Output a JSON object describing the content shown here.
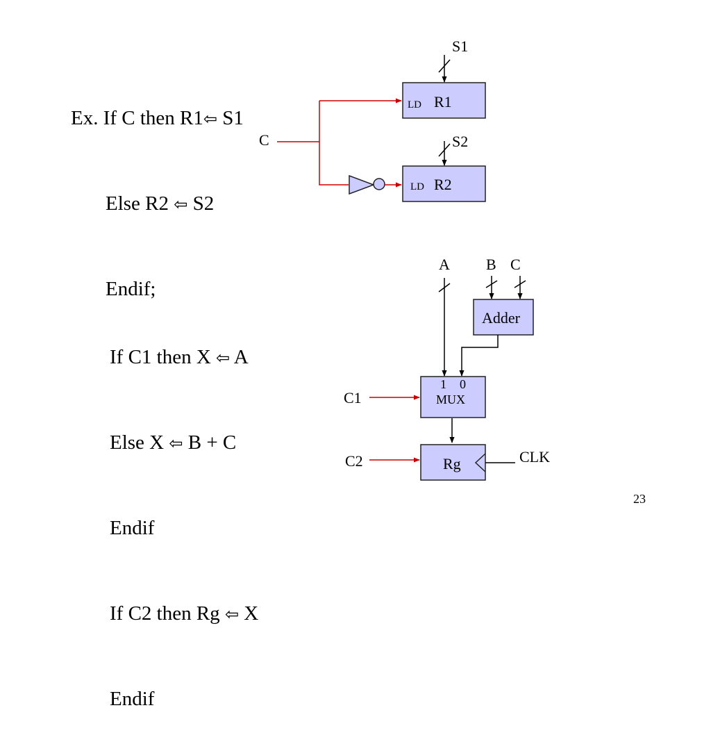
{
  "example1": {
    "lines": [
      {
        "before": "Ex. If C then R1",
        "after": " S1"
      },
      {
        "before": "Else R2 ",
        "after": " S2"
      },
      {
        "before": "Endif;",
        "after": ""
      }
    ]
  },
  "example2": {
    "lines": [
      {
        "before": "If C1 then X ",
        "after": " A"
      },
      {
        "before": "Else X ",
        "after": " B + C"
      },
      {
        "before": "Endif",
        "after": ""
      },
      {
        "before": "If C2 then Rg ",
        "after": " X"
      },
      {
        "before": "Endif",
        "after": ""
      }
    ]
  },
  "assign_arrow": "⇦",
  "diagram1": {
    "s1_label": "S1",
    "s2_label": "S2",
    "c_label": "C",
    "r1": {
      "ld": "LD",
      "name": "R1"
    },
    "r2": {
      "ld": "LD",
      "name": "R2"
    }
  },
  "diagram2": {
    "a_label": "A",
    "b_label": "B",
    "c_label": "C",
    "adder_label": "Adder",
    "mux": {
      "in1": "1",
      "in0": "0",
      "name": "MUX"
    },
    "c1_label": "C1",
    "c2_label": "C2",
    "rg_label": "Rg",
    "clk_label": "CLK"
  },
  "page_number": "23",
  "colors": {
    "box_fill": "#ccccff",
    "control_wire": "#cc0000",
    "data_wire": "#000000"
  }
}
